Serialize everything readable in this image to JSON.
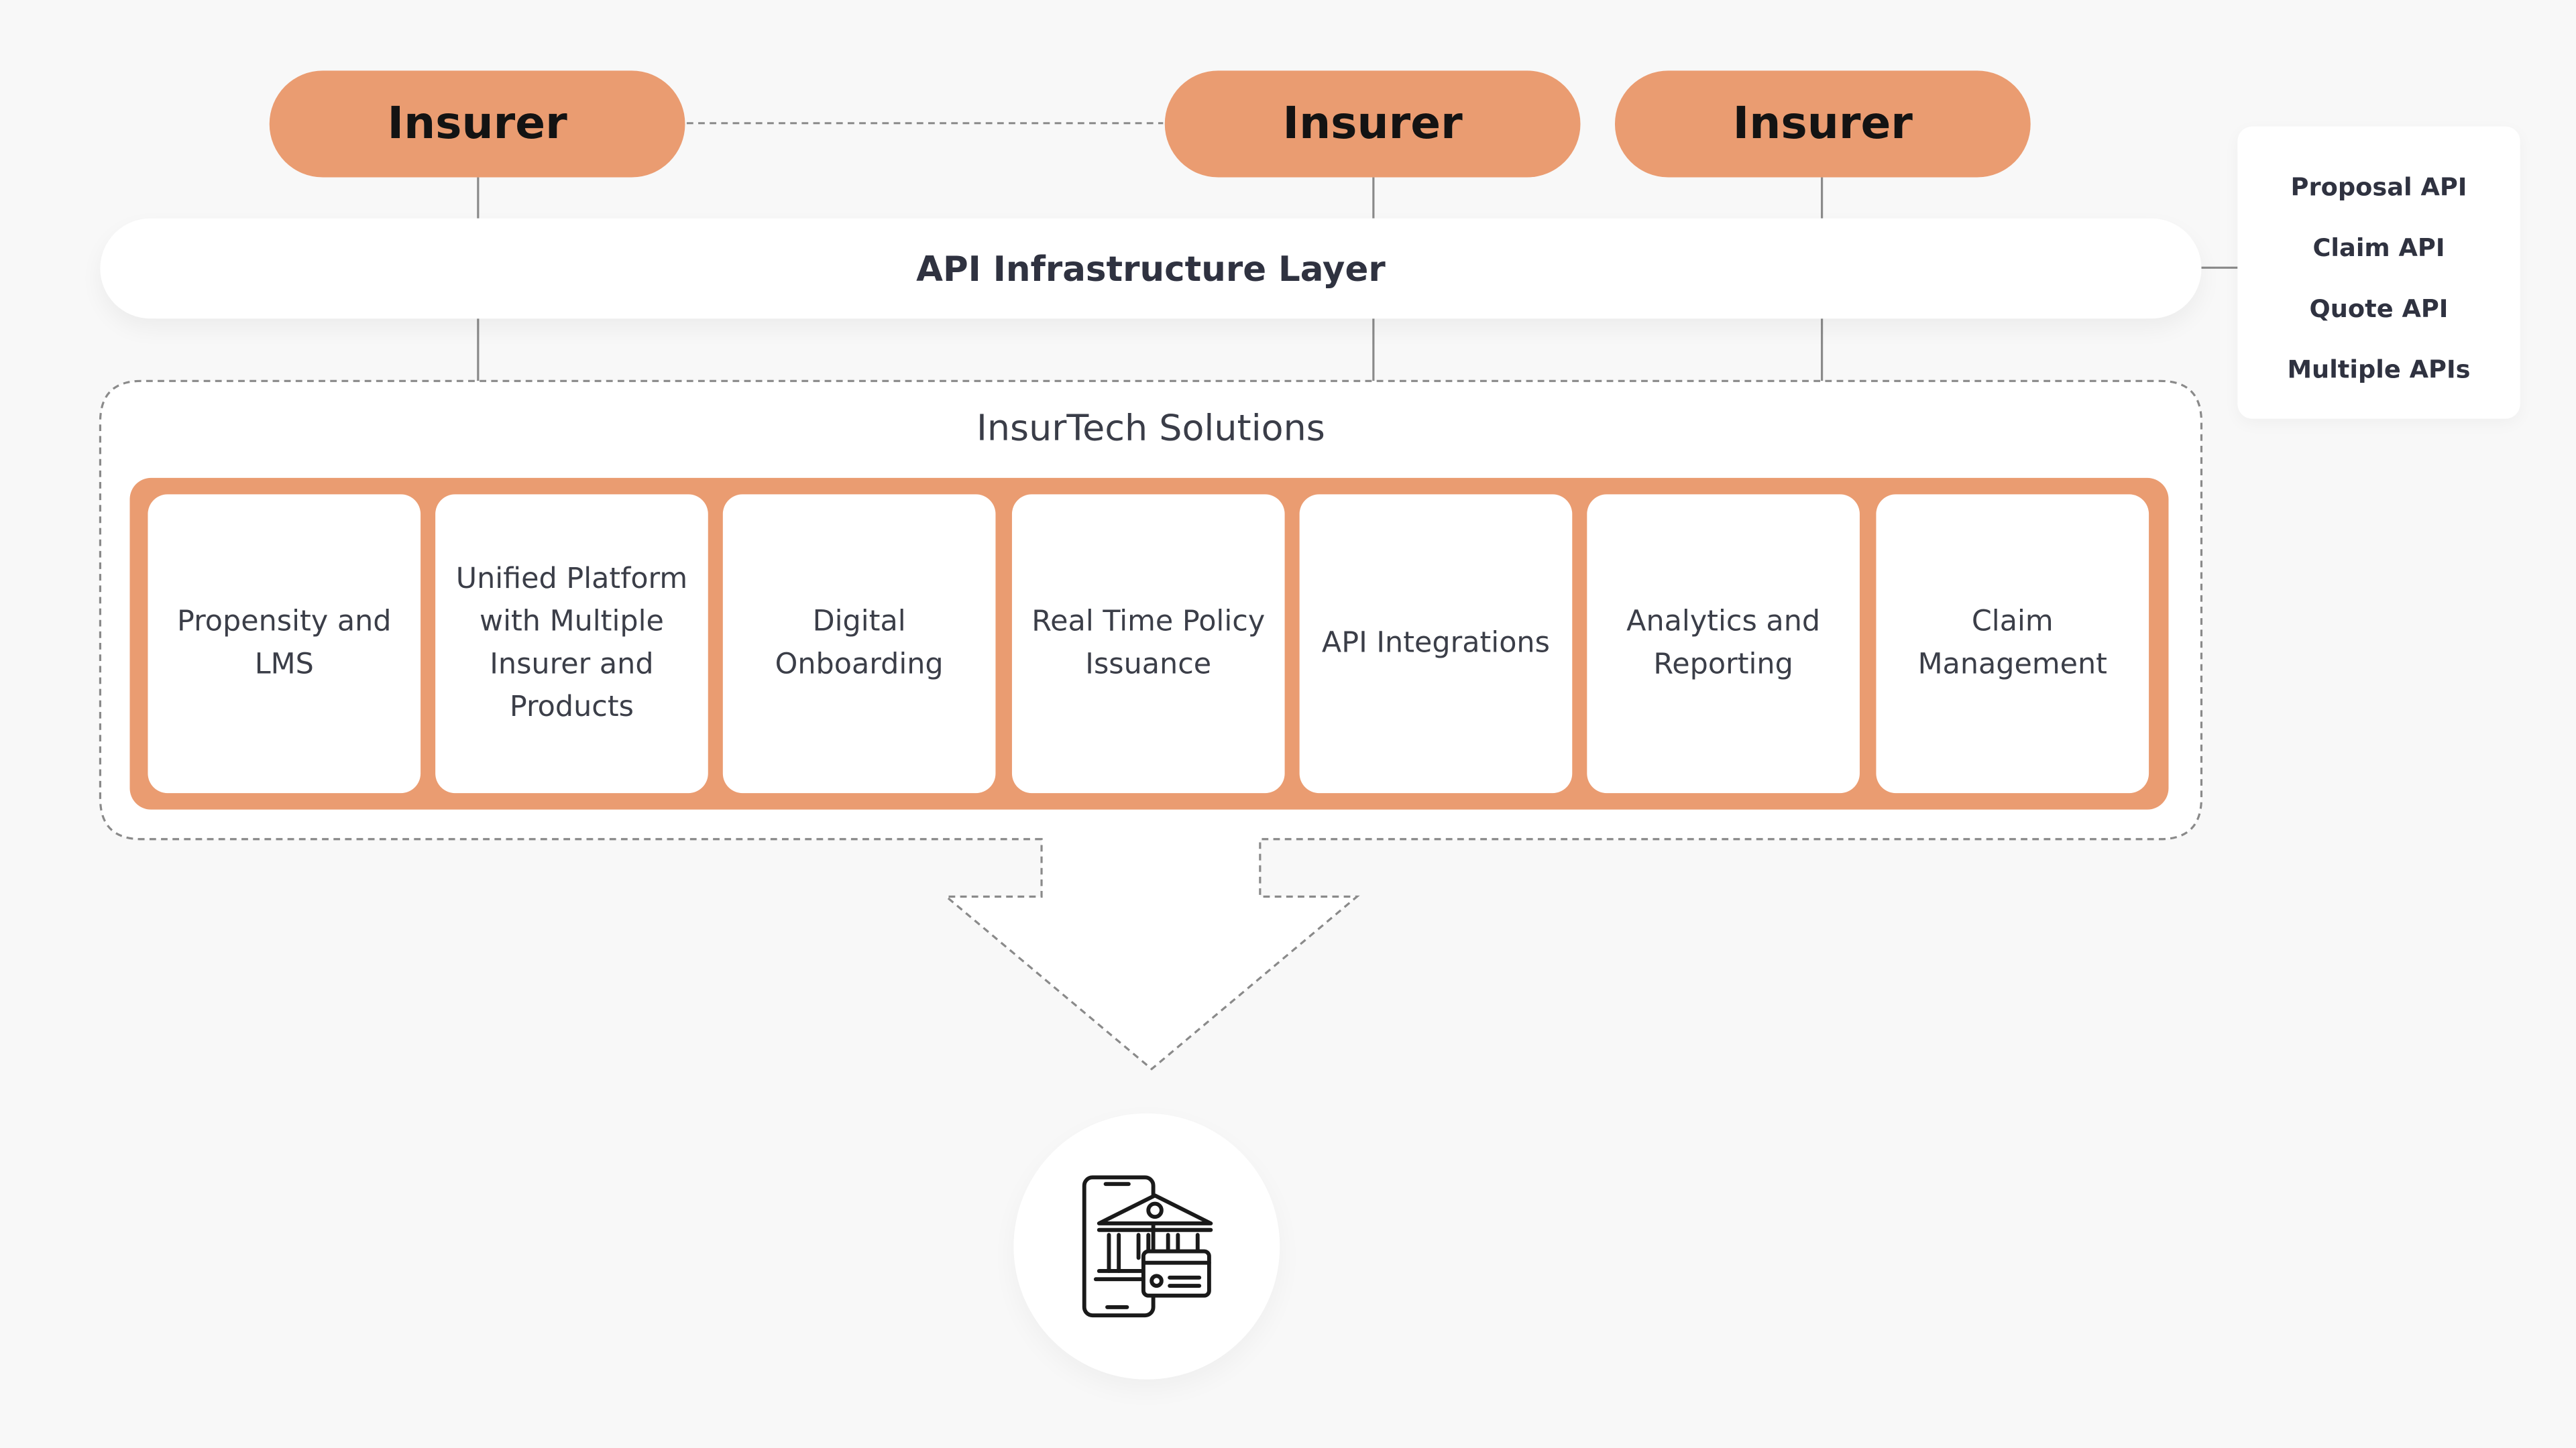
{
  "insurers": [
    {
      "label": "Insurer"
    },
    {
      "label": "Insurer"
    },
    {
      "label": "Insurer"
    }
  ],
  "api_layer": {
    "label": "API Infrastructure Layer"
  },
  "api_list": {
    "items": [
      "Proposal API",
      "Claim API",
      "Quote API",
      "Multiple APIs"
    ]
  },
  "solutions": {
    "title": "InsurTech Solutions",
    "items": [
      "Propensity and LMS",
      "Unified Platform with Multiple Insurer and Products",
      "Digital Onboarding",
      "Real Time Policy Issuance",
      "API Integrations",
      "Analytics and Reporting",
      "Claim Management"
    ]
  },
  "bottom_icon": {
    "icon": "mobile-bank-card-icon"
  },
  "colors": {
    "accent": "#ea9c71",
    "background": "#f8f8f8",
    "card": "#ffffff",
    "text": "#2f3240",
    "connector": "#8a8a8a"
  }
}
